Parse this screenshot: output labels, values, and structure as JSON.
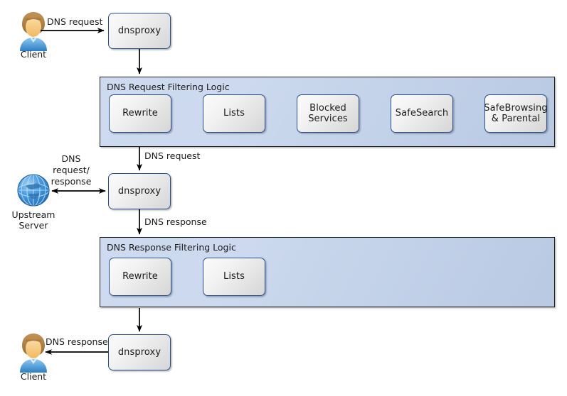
{
  "diagram": {
    "title_visible": false,
    "colors": {
      "node_border": "#2a4f8f",
      "node_fill_light": "#fbfbfb",
      "node_fill_dark": "#d6d6d6",
      "group_border": "#1a1a1a",
      "group_fill_light": "#cddaef",
      "group_fill_dark": "#b9c9e2",
      "arrow": "#000000",
      "text": "#1b1b1b",
      "actor_hair": "#b08147",
      "actor_face": "#f6c77a",
      "actor_shirt": "#5aa7e0",
      "globe": "#2f86d4"
    }
  },
  "actors": {
    "client_top": {
      "label": "Client",
      "icon": "person-icon"
    },
    "upstream": {
      "label_line1": "Upstream",
      "label_line2": "Server",
      "icon": "globe-icon"
    },
    "client_bottom": {
      "label": "Client",
      "icon": "person-icon"
    }
  },
  "nodes": {
    "dnsproxy_top": {
      "label": "dnsproxy"
    },
    "dnsproxy_mid": {
      "label": "dnsproxy"
    },
    "dnsproxy_bottom": {
      "label": "dnsproxy"
    }
  },
  "request_group": {
    "title": "DNS Request Filtering Logic",
    "steps": [
      {
        "label": "Rewrite"
      },
      {
        "label": "Lists"
      },
      {
        "label_line1": "Blocked",
        "label_line2": "Services"
      },
      {
        "label": "SafeSearch"
      },
      {
        "label_line1": "SafeBrowsing",
        "label_line2": "& Parental"
      }
    ]
  },
  "response_group": {
    "title": "DNS Response Filtering Logic",
    "steps": [
      {
        "label": "Rewrite"
      },
      {
        "label": "Lists"
      }
    ]
  },
  "edges": {
    "client_to_proxy": "DNS request",
    "proxy_to_request_group": "DNS request",
    "upstream_exchange_line1": "DNS",
    "upstream_exchange_line2": "request/",
    "upstream_exchange_line3": "response",
    "proxy_to_response_group": "DNS response",
    "proxy_to_client": "DNS response"
  }
}
